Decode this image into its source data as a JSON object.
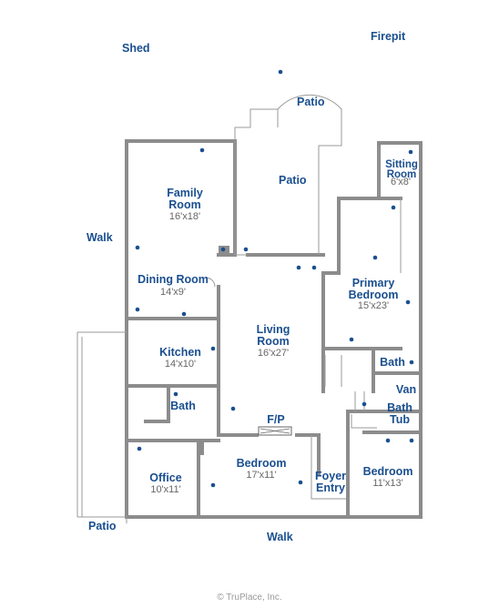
{
  "rooms": {
    "family_room": {
      "name": "Family Room",
      "dims": "16'x18'"
    },
    "dining_room": {
      "name": "Dining Room",
      "dims": "14'x9'"
    },
    "living_room": {
      "name": "Living Room",
      "dims": "16'x27'"
    },
    "kitchen": {
      "name": "Kitchen",
      "dims": "14'x10'"
    },
    "bath_hall": {
      "name": "Bath"
    },
    "office": {
      "name": "Office",
      "dims": "10'x11'"
    },
    "bedroom_center": {
      "name": "Bedroom",
      "dims": "17'x11'"
    },
    "foyer": {
      "name": "Foyer Entry"
    },
    "bedroom_right": {
      "name": "Bedroom",
      "dims": "11'x13'"
    },
    "primary_bedroom": {
      "name": "Primary Bedroom",
      "dims": "15'x23'"
    },
    "sitting_room": {
      "name": "Sitting Room",
      "dims": "6'x8'"
    },
    "bath_primary": {
      "name": "Bath"
    },
    "van": {
      "name": "Van"
    },
    "bath_tub": {
      "name": "Bath Tub"
    },
    "fireplace": {
      "name": "F/P"
    }
  },
  "outdoor": {
    "shed": "Shed",
    "firepit": "Firepit",
    "patio_top": "Patio",
    "patio_mid": "Patio",
    "walk_left": "Walk",
    "patio_bottom": "Patio",
    "walk_bottom": "Walk"
  },
  "copyright": "© TruPlace, Inc.",
  "colors": {
    "wall": "#8c8c8c",
    "label": "#1a4f8f",
    "dimension": "#666666",
    "marker": "#1a4f8f"
  }
}
